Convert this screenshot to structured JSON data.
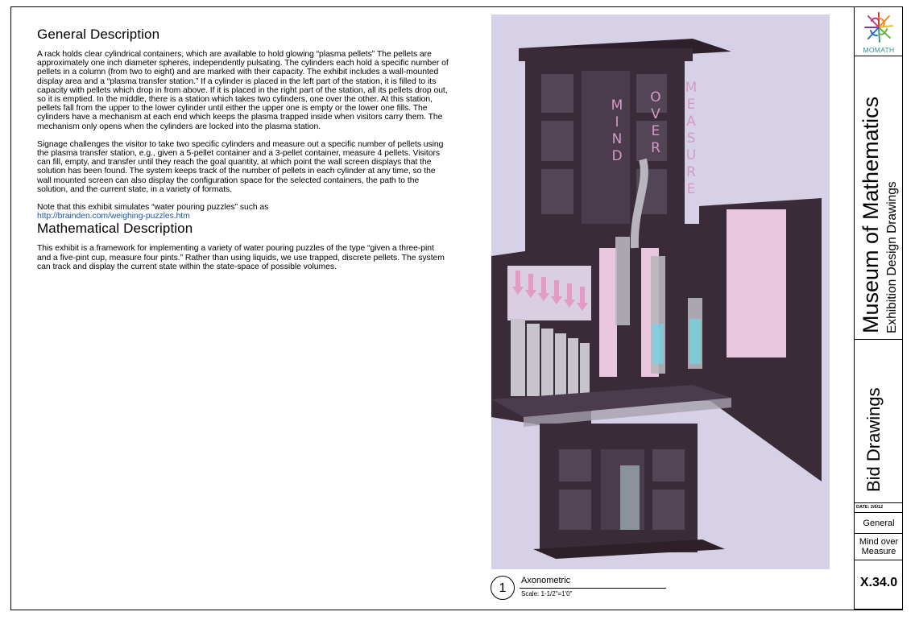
{
  "general": {
    "heading": "General Description",
    "p1": "A rack holds clear cylindrical containers, which are available to hold glowing “plasma pellets” The pellets are approximately one inch diameter spheres, independently pulsating.  The cylinders each hold a specific number of pellets in a column (from two to eight) and are marked with their capacity.  The exhibit includes a wall-mounted display area and a “plasma transfer station.”  If a cylinder is placed in the left part of the station, it is filled to its capacity with pellets which drop in from above.  If it is placed in the right part of the station, all its pellets drop out, so it is emptied.  In the middle, there is a station which takes two cylinders, one over the other.  At this station, pellets fall from the upper to the lower cylinder until either the upper one is empty or the lower one fills. The cylinders have a mechanism at each end which keeps the plasma trapped inside when visitors carry them. The mechanism only opens when the cylinders are locked into the plasma station.",
    "p2": "Signage challenges the visitor to take two specific cylinders and measure out a specific number of pellets using the plasma transfer station, e.g., given a 5-pellet container and a 3-pellet container, measure 4 pellets. Visitors can fill, empty, and transfer until they reach the goal quantity, at which point the wall screen displays that the solution has been found. The system keeps track of the number of pellets in each cylinder at any time, so the wall mounted screen can also display the configuration space for the selected containers, the path to the solution, and the current state, in a variety of formats.",
    "p3": "Note that this exhibit simulates “water pouring puzzles” such as",
    "link": "http://brainden.com/weighing-puzzles.htm"
  },
  "math": {
    "heading": "Mathematical Description",
    "p1": "This exhibit is a framework for implementing a variety of water pouring puzzles of the type “given a three-pint and a five-pint cup, measure four pints.”  Rather than using liquids, we use trapped, discrete pellets. The system can track and display the current state within the state-space of possible volumes."
  },
  "render": {
    "sign_words": [
      "MIND",
      "OVER",
      "MEASURE"
    ]
  },
  "caption": {
    "number": "1",
    "title": "Axonometric",
    "scale": "Scale: 1-1/2\"=1'0\""
  },
  "title_block": {
    "logo_text": "MOMATH",
    "museum": "Museum of Mathematics",
    "subtitle": "Exhibition Design Drawings",
    "set": "Bid Drawings",
    "date": "DATE: 2/6/12",
    "category": "General",
    "exhibit_line1": "Mind over",
    "exhibit_line2": "Measure",
    "sheet_number": "X.34.0"
  },
  "colors": {
    "structure": "#3a2b38",
    "background": "#d6d1e6",
    "pink_panel": "#e9c8df",
    "link": "#1d58a5",
    "sign_letters": "#d59ac4"
  }
}
